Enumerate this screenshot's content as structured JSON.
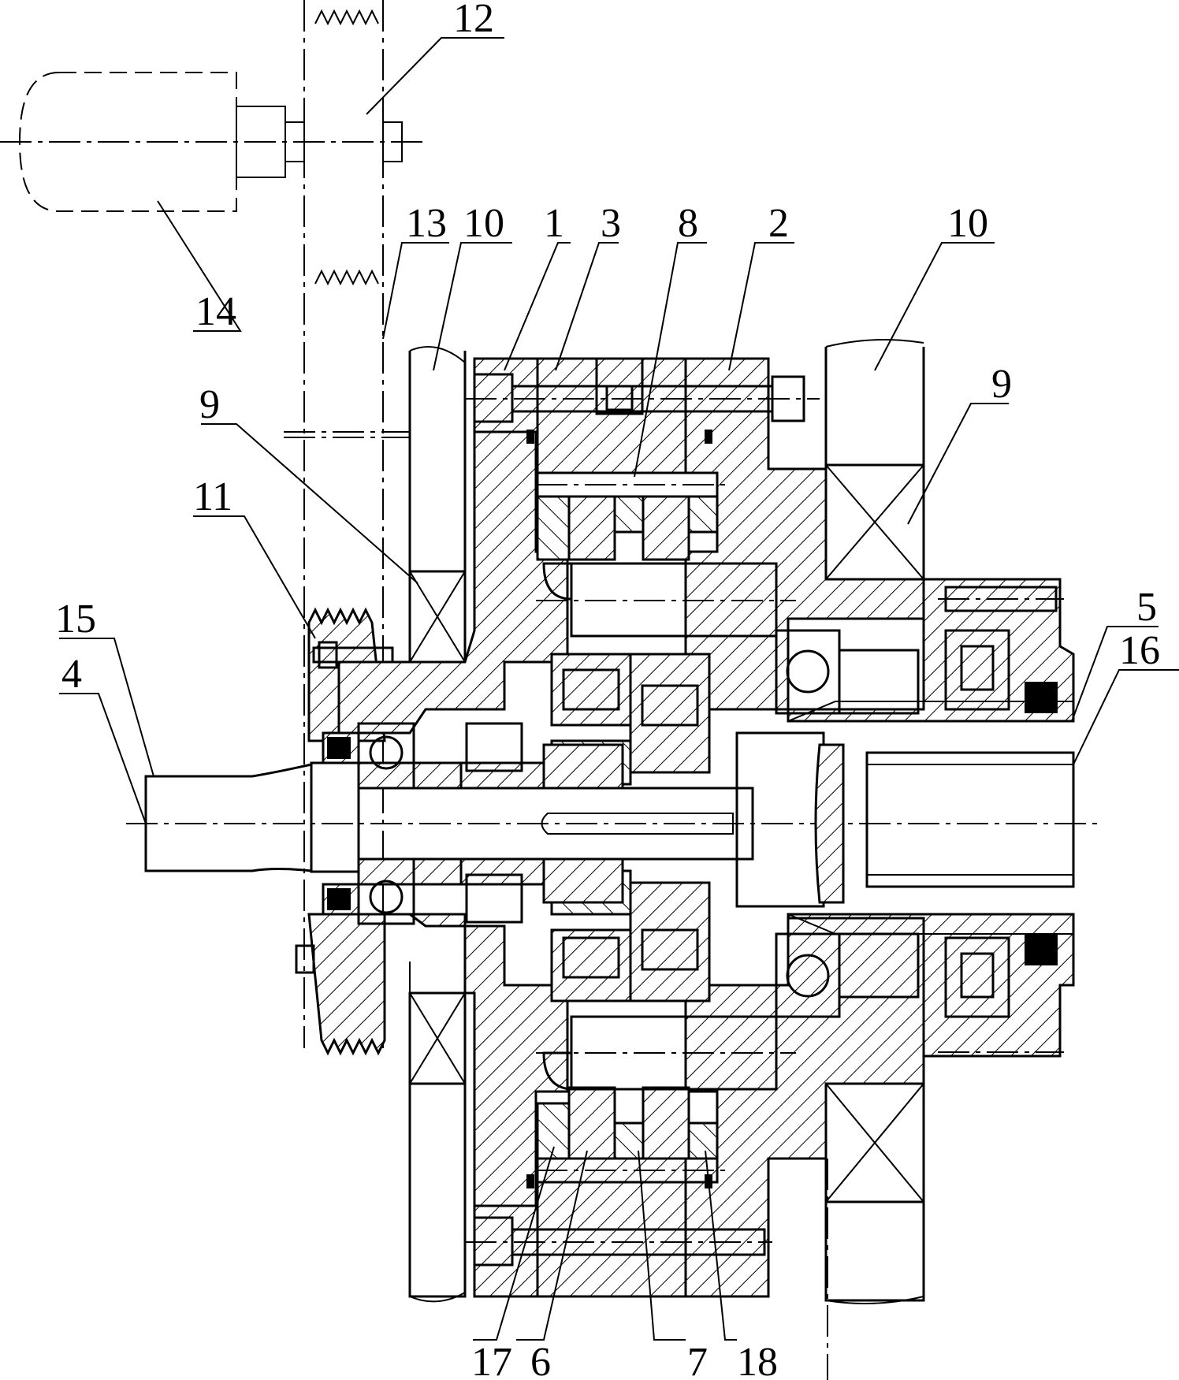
{
  "drawing": {
    "labels": [
      {
        "id": "l12",
        "text": "12"
      },
      {
        "id": "l13",
        "text": "13"
      },
      {
        "id": "l10a",
        "text": "10"
      },
      {
        "id": "l1",
        "text": "1"
      },
      {
        "id": "l3",
        "text": "3"
      },
      {
        "id": "l8",
        "text": "8"
      },
      {
        "id": "l2",
        "text": "2"
      },
      {
        "id": "l10b",
        "text": "10"
      },
      {
        "id": "l14",
        "text": "14"
      },
      {
        "id": "l9a",
        "text": "9"
      },
      {
        "id": "l9b",
        "text": "9"
      },
      {
        "id": "l11",
        "text": "11"
      },
      {
        "id": "l15",
        "text": "15"
      },
      {
        "id": "l4",
        "text": "4"
      },
      {
        "id": "l5",
        "text": "5"
      },
      {
        "id": "l16",
        "text": "16"
      },
      {
        "id": "l17",
        "text": "17"
      },
      {
        "id": "l6",
        "text": "6"
      },
      {
        "id": "l7",
        "text": "7"
      },
      {
        "id": "l18",
        "text": "18"
      }
    ]
  }
}
